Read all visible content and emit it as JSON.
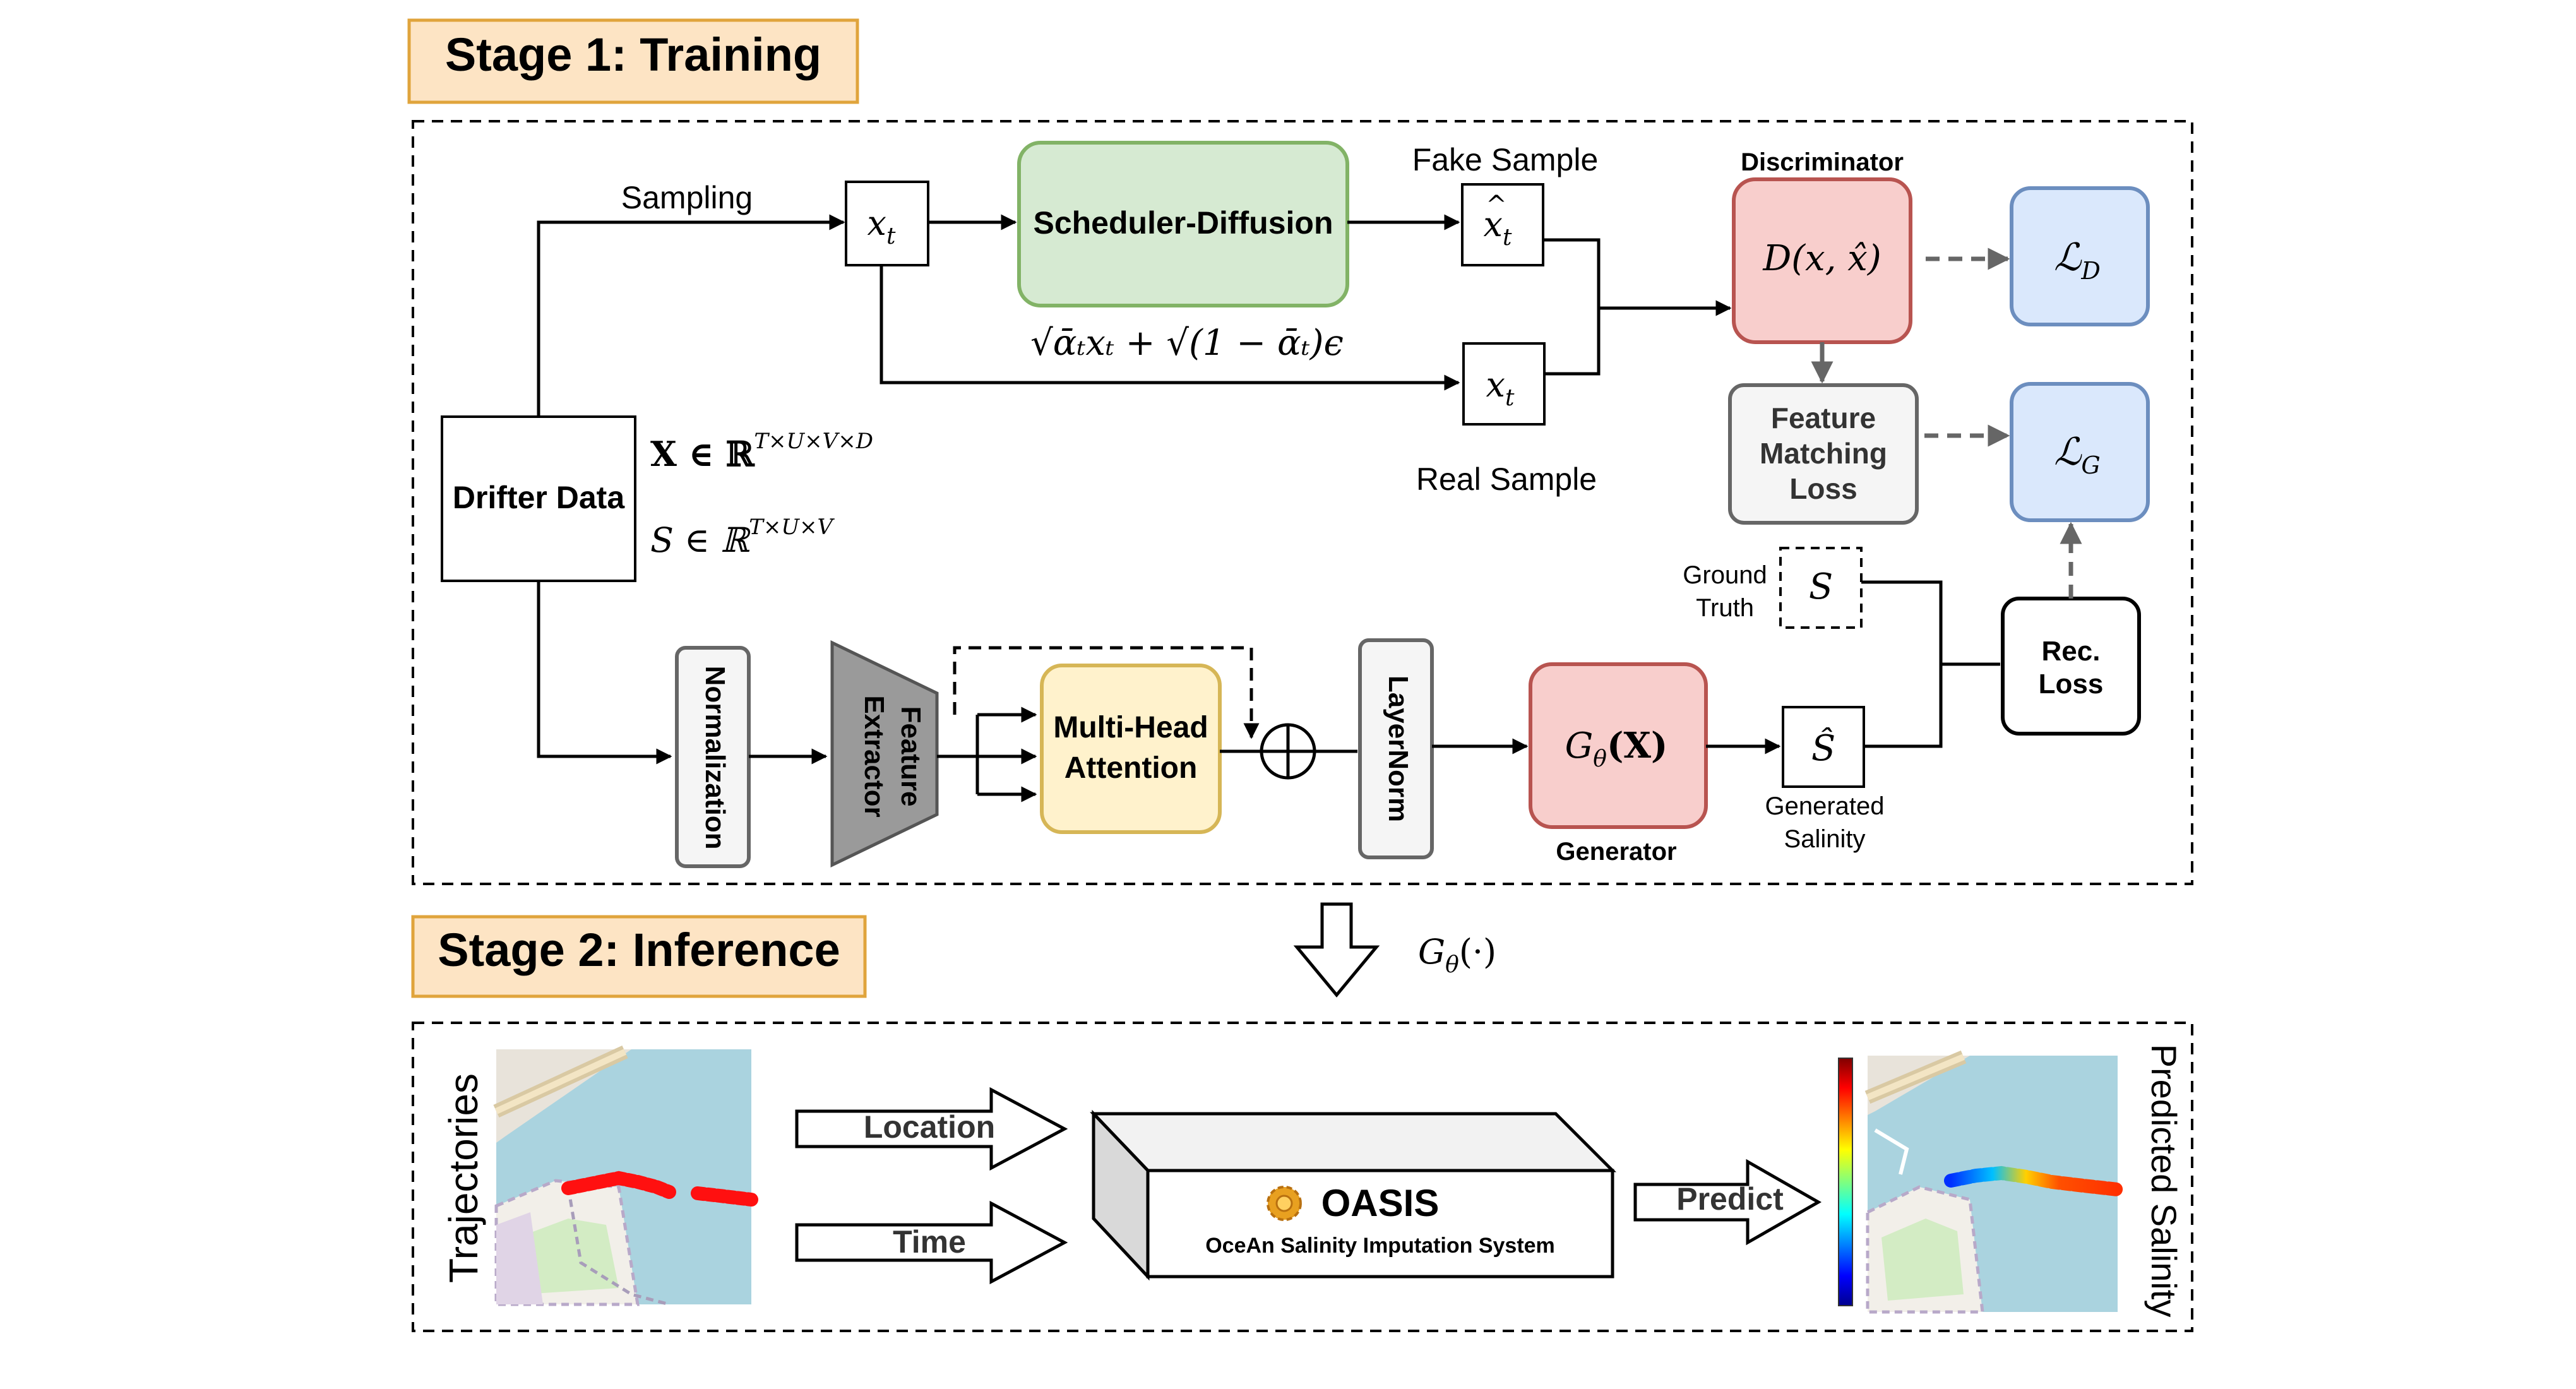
{
  "stage1": {
    "title": "Stage 1: Training"
  },
  "stage2": {
    "title": "Stage 2: Inference"
  },
  "training": {
    "sampling_label": "Sampling",
    "xt_label": "x",
    "xt_sub": "t",
    "scheduler_label": "Scheduler-Diffusion",
    "formula": "√ᾱₜxₜ + √(1 − ᾱₜ)ϵ",
    "fake_sample_label": "Fake Sample",
    "real_sample_label": "Real Sample",
    "discriminator_title": "Discriminator",
    "discriminator_formula": "D(x, x̂)",
    "feature_matching": [
      "Feature",
      "Matching",
      "Loss"
    ],
    "loss_d": "ℒ",
    "loss_d_sub": "D",
    "loss_g": "ℒ",
    "loss_g_sub": "G",
    "drifter_data": "Drifter Data",
    "x_space": "X ∈ ℝ",
    "x_space_sup": "T×U×V×D",
    "s_space": "S ∈ ℝ",
    "s_space_sup": "T×U×V",
    "normalization": "Normalization",
    "feature_extractor": [
      "Feature",
      "Extractor"
    ],
    "mha": [
      "Multi-Head",
      "Attention"
    ],
    "layernorm": "LayerNorm",
    "generator_formula": "G",
    "generator_formula_sub": "θ",
    "generator_formula_arg": "(X)",
    "generator_title": "Generator",
    "ground_truth": [
      "Ground",
      "Truth"
    ],
    "s_symbol": "S",
    "s_hat_symbol": "Ŝ",
    "generated_salinity": [
      "Generated",
      "Salinity"
    ],
    "rec_loss": [
      "Rec.",
      "Loss"
    ],
    "g_theta": "G",
    "g_theta_sub": "θ",
    "g_theta_arg": "(·)"
  },
  "inference": {
    "trajectories": "Trajectories",
    "location": "Location",
    "time": "Time",
    "oasis_title": "OASIS",
    "oasis_subtitle": "OceAn Salinity Imputation System",
    "predict": "Predict",
    "predicted_salinity": "Predicted Salinity"
  },
  "colors": {
    "stage_fill": "#fde4c4",
    "stage_border": "#e0a43c",
    "green_fill": "#d6ead2",
    "green_border": "#82b366",
    "red_fill": "#f8cecc",
    "red_border": "#b85450",
    "blue_fill": "#dae8fc",
    "blue_border": "#6c8ebf",
    "yellow_fill": "#fff2cc",
    "yellow_border": "#d6b656",
    "grey_fill": "#f5f5f5",
    "grey_border": "#666666",
    "map_water": "#aad3df"
  },
  "icons": [
    "arrow-icon",
    "plus-circle-icon",
    "gear-icon",
    "hollow-arrow-icon"
  ]
}
